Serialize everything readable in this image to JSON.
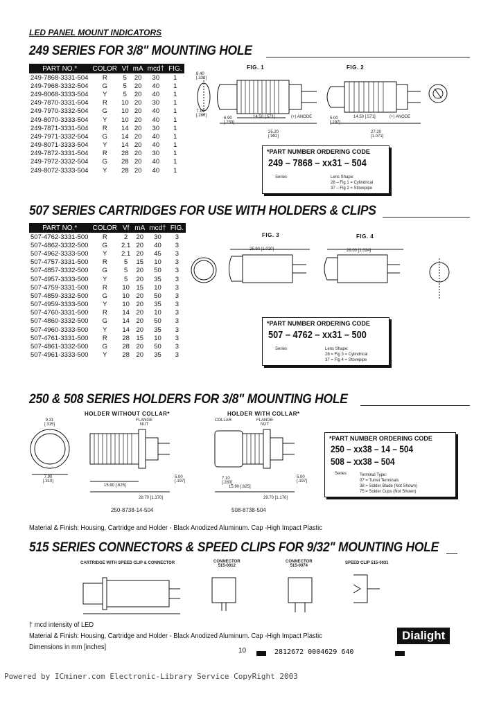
{
  "header": "LED PANEL MOUNT INDICATORS",
  "sections": {
    "s249": "249 SERIES FOR 3/8\" MOUNTING HOLE",
    "s507": "507 SERIES CARTRIDGES FOR USE WITH HOLDERS & CLIPS",
    "s250": "250 & 508 SERIES HOLDERS FOR 3/8\" MOUNTING HOLE",
    "s515": "515 SERIES CONNECTORS & SPEED CLIPS FOR 9/32\" MOUNTING HOLE"
  },
  "table_headers": [
    "PART NO.*",
    "COLOR",
    "Vf",
    "mA",
    "mcd†",
    "FIG."
  ],
  "table249": [
    [
      "249-7868-3331-504",
      "R",
      "5",
      "20",
      "30",
      "1"
    ],
    [
      "249-7968-3332-504",
      "G",
      "5",
      "20",
      "40",
      "1"
    ],
    [
      "249-8068-3333-504",
      "Y",
      "5",
      "20",
      "40",
      "1"
    ],
    [
      "249-7870-3331-504",
      "R",
      "10",
      "20",
      "30",
      "1"
    ],
    [
      "249-7970-3332-504",
      "G",
      "10",
      "20",
      "40",
      "1"
    ],
    [
      "249-8070-3333-504",
      "Y",
      "10",
      "20",
      "40",
      "1"
    ],
    [
      "249-7871-3331-504",
      "R",
      "14",
      "20",
      "30",
      "1"
    ],
    [
      "249-7971-3332-504",
      "G",
      "14",
      "20",
      "40",
      "1"
    ],
    [
      "249-8071-3333-504",
      "Y",
      "14",
      "20",
      "40",
      "1"
    ],
    [
      "249-7872-3331-504",
      "R",
      "28",
      "20",
      "30",
      "1"
    ],
    [
      "249-7972-3332-504",
      "G",
      "28",
      "20",
      "40",
      "1"
    ],
    [
      "249-8072-3333-504",
      "Y",
      "28",
      "20",
      "40",
      "1"
    ]
  ],
  "table507": [
    [
      "507-4762-3331-500",
      "R",
      "2",
      "20",
      "30",
      "3"
    ],
    [
      "507-4862-3332-500",
      "G",
      "2.1",
      "20",
      "40",
      "3"
    ],
    [
      "507-4962-3333-500",
      "Y",
      "2.1",
      "20",
      "45",
      "3"
    ],
    [
      "507-4757-3331-500",
      "R",
      "5",
      "15",
      "10",
      "3"
    ],
    [
      "507-4857-3332-500",
      "G",
      "5",
      "20",
      "50",
      "3"
    ],
    [
      "507-4957-3333-500",
      "Y",
      "5",
      "20",
      "35",
      "3"
    ],
    [
      "507-4759-3331-500",
      "R",
      "10",
      "15",
      "10",
      "3"
    ],
    [
      "507-4859-3332-500",
      "G",
      "10",
      "20",
      "50",
      "3"
    ],
    [
      "507-4959-3333-500",
      "Y",
      "10",
      "20",
      "35",
      "3"
    ],
    [
      "507-4760-3331-500",
      "R",
      "14",
      "20",
      "10",
      "3"
    ],
    [
      "507-4860-3332-500",
      "G",
      "14",
      "20",
      "50",
      "3"
    ],
    [
      "507-4960-3333-500",
      "Y",
      "14",
      "20",
      "35",
      "3"
    ],
    [
      "507-4761-3331-500",
      "R",
      "28",
      "15",
      "10",
      "3"
    ],
    [
      "507-4861-3332-500",
      "G",
      "28",
      "20",
      "50",
      "3"
    ],
    [
      "507-4961-3333-500",
      "Y",
      "28",
      "20",
      "35",
      "3"
    ]
  ],
  "figs": {
    "fig1": "FIG. 1",
    "fig2": "FIG. 2",
    "fig3": "FIG. 3",
    "fig4": "FIG. 4",
    "holder_without_collar": "HOLDER WITHOUT COLLAR*",
    "holder_with_collar": "HOLDER WITH COLLAR*",
    "flange_nut_1": "FLANGE\nNUT",
    "collar": "COLLAR",
    "flange_nut_2": "FLANGE\nNUT",
    "cap_250": "250-8738-14-504",
    "cap_508": "508-8738-504",
    "cartridge_speed": "CARTRIDGE WITH SPEED CLIP & CONNECTOR",
    "connector1": "CONNECTOR\n515-0012",
    "connector2": "CONNECTOR\n515-0074",
    "speed_clip": "SPEED CLIP 515-0031",
    "anode1": "(+) ANODE",
    "anode2": "(+) ANODE",
    "dims": {
      "d1": "8.40\n[.330]",
      "d2": "7.10\n[.280]",
      "d3": "6.90\n[.230]",
      "d4": "14.50 [.571]",
      "d5": "25.20\n[.992]",
      "d6": "5.00\n[.197]",
      "d7": "14.50 [.571]",
      "d8": "27.20\n[1.071]",
      "d9": "25.90 [1.020]",
      "d10": "26.00 [1.024]",
      "d11": "9.31\n[.315]",
      "d12": "7.90\n[.310]",
      "d13": "15.90 [.625]",
      "d14": "5.00\n[.197]",
      "d15": "29.70 [1.170]",
      "d16": "7.10\n[.280]",
      "d17": "15.90 [.625]",
      "d18": "5.00\n[.197]",
      "d19": "29.70 [1.170]"
    }
  },
  "order249": {
    "title": "*PART NUMBER ORDERING CODE",
    "code": "249 – 7868 – xx31 – 504",
    "series": "Series",
    "lens_title": "Lens Shape:",
    "lens1": "28 – Fig 1 = Cylindrical",
    "lens2": "37 – Fig 2 = Stovepipe"
  },
  "order507": {
    "title": "*PART NUMBER ORDERING CODE",
    "code": "507 – 4762 – xx31 – 500",
    "series": "Series",
    "lens_title": "Lens Shape:",
    "lens1": "28 = Fig 3 = Cylindrical",
    "lens2": "37 = Fig 4 = Stovepipe"
  },
  "order250": {
    "title": "*PART NUMBER ORDERING CODE",
    "code1": "250 – xx38 – 14 – 504",
    "code2": "508 – xx38 – 504",
    "series": "Series",
    "term_title": "Terminal Type:",
    "t1": "07 = Turret Terminals",
    "t2": "38 = Solder Blade (Not Shown)",
    "t3": "75 = Solder Cups (Not Shown)"
  },
  "material1": "Material & Finish: Housing, Cartridge and Holder - Black Anodized Aluminum. Cap -High Impact Plastic",
  "mcd_note": "† mcd intensity of LED",
  "material2": "Material & Finish: Housing, Cartridge and Holder - Black Anodized Aluminum. Cap -High Impact Plastic",
  "dims_note": "Dimensions in mm [inches]",
  "page_num": "10",
  "barcode": "2812672 0004629 640",
  "logo": "Dialight",
  "powered": "Powered by ICminer.com Electronic-Library Service CopyRight 2003"
}
